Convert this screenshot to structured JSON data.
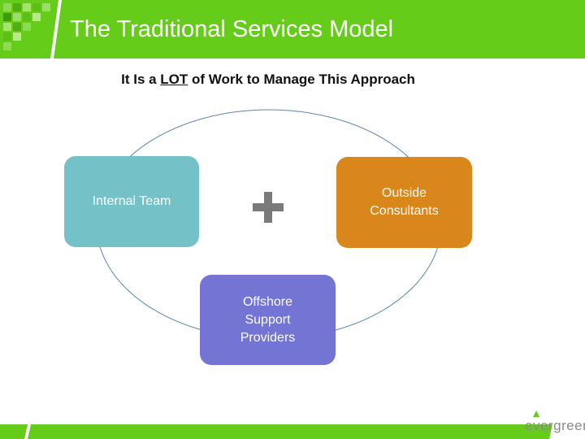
{
  "header": {
    "title": "The Traditional Services Model",
    "color": "#66cc1a"
  },
  "subtitle": {
    "before": "It Is a ",
    "underlined": "LOT",
    "after": " of Work to Manage This Approach"
  },
  "diagram": {
    "nodes": [
      {
        "id": "internal",
        "label": "Internal Team",
        "color": "#74c2c8"
      },
      {
        "id": "outside",
        "label": "Outside Consultants",
        "color": "#d9861a"
      },
      {
        "id": "offshore",
        "label": "Offshore Support Providers",
        "color": "#7474d4"
      }
    ],
    "connector_icon": "plus-icon"
  },
  "logo": {
    "text": "evergreen"
  }
}
